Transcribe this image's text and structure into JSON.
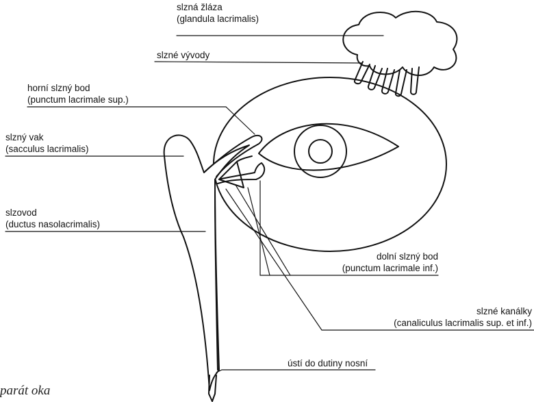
{
  "labels": {
    "gland": {
      "line1": "slzná žláza",
      "line2": "(glandula lacrimalis)"
    },
    "ducts": {
      "line1": "slzné vývody"
    },
    "upper_punctum": {
      "line1": "horní slzný bod",
      "line2": "(punctum lacrimale sup.)"
    },
    "sac": {
      "line1": "slzný vak",
      "line2": "(sacculus lacrimalis)"
    },
    "nasolacrimal": {
      "line1": "slzovod",
      "line2": "(ductus nasolacrimalis)"
    },
    "lower_punctum": {
      "line1": "dolní slzný bod",
      "line2": "(punctum lacrimale inf.)"
    },
    "canaliculi": {
      "line1": "slzné kanálky",
      "line2": "(canaliculus lacrimalis sup. et inf.)"
    },
    "nasal_opening": {
      "line1": "ústí do dutiny nosní"
    }
  },
  "caption": "parát oka"
}
